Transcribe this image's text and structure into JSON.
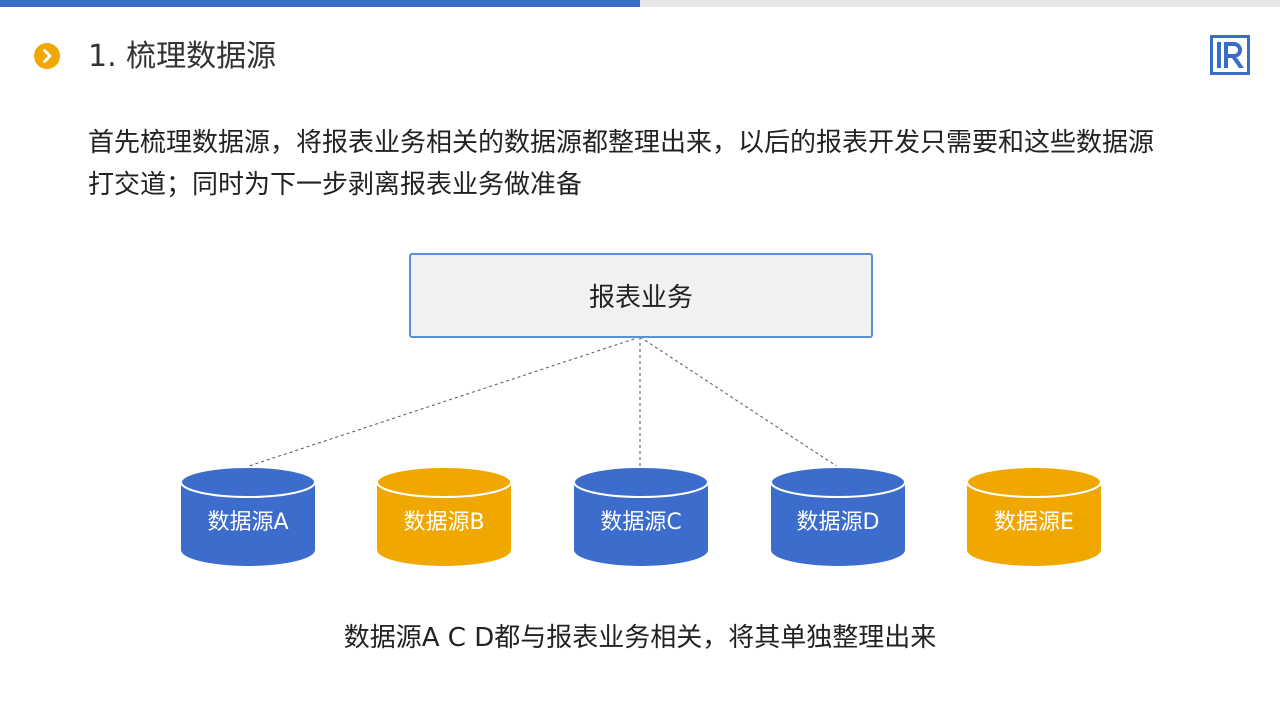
{
  "header": {
    "title": "1. 梳理数据源"
  },
  "intro": {
    "line1": "首先梳理数据源，将报表业务相关的数据源都整理出来，以后的报表开发只需要和这些数据源",
    "line2": "打交道；同时为下一步剥离报表业务做准备"
  },
  "diagram": {
    "business_label": "报表业务",
    "datasources": [
      {
        "label": "数据源A",
        "color": "#3c6ccc",
        "linked": true
      },
      {
        "label": "数据源B",
        "color": "#f0a800",
        "linked": false
      },
      {
        "label": "数据源C",
        "color": "#3c6ccc",
        "linked": true
      },
      {
        "label": "数据源D",
        "color": "#3c6ccc",
        "linked": true
      },
      {
        "label": "数据源E",
        "color": "#f0a800",
        "linked": false
      }
    ]
  },
  "caption": "数据源A C D都与报表业务相关，将其单独整理出来",
  "colors": {
    "accent_blue": "#3a6cc9",
    "accent_orange": "#f0a800",
    "box_border": "#5b8fd8"
  },
  "icons": {
    "title_bullet": "chevron-right-icon",
    "logo": "brand-logo-icon"
  }
}
